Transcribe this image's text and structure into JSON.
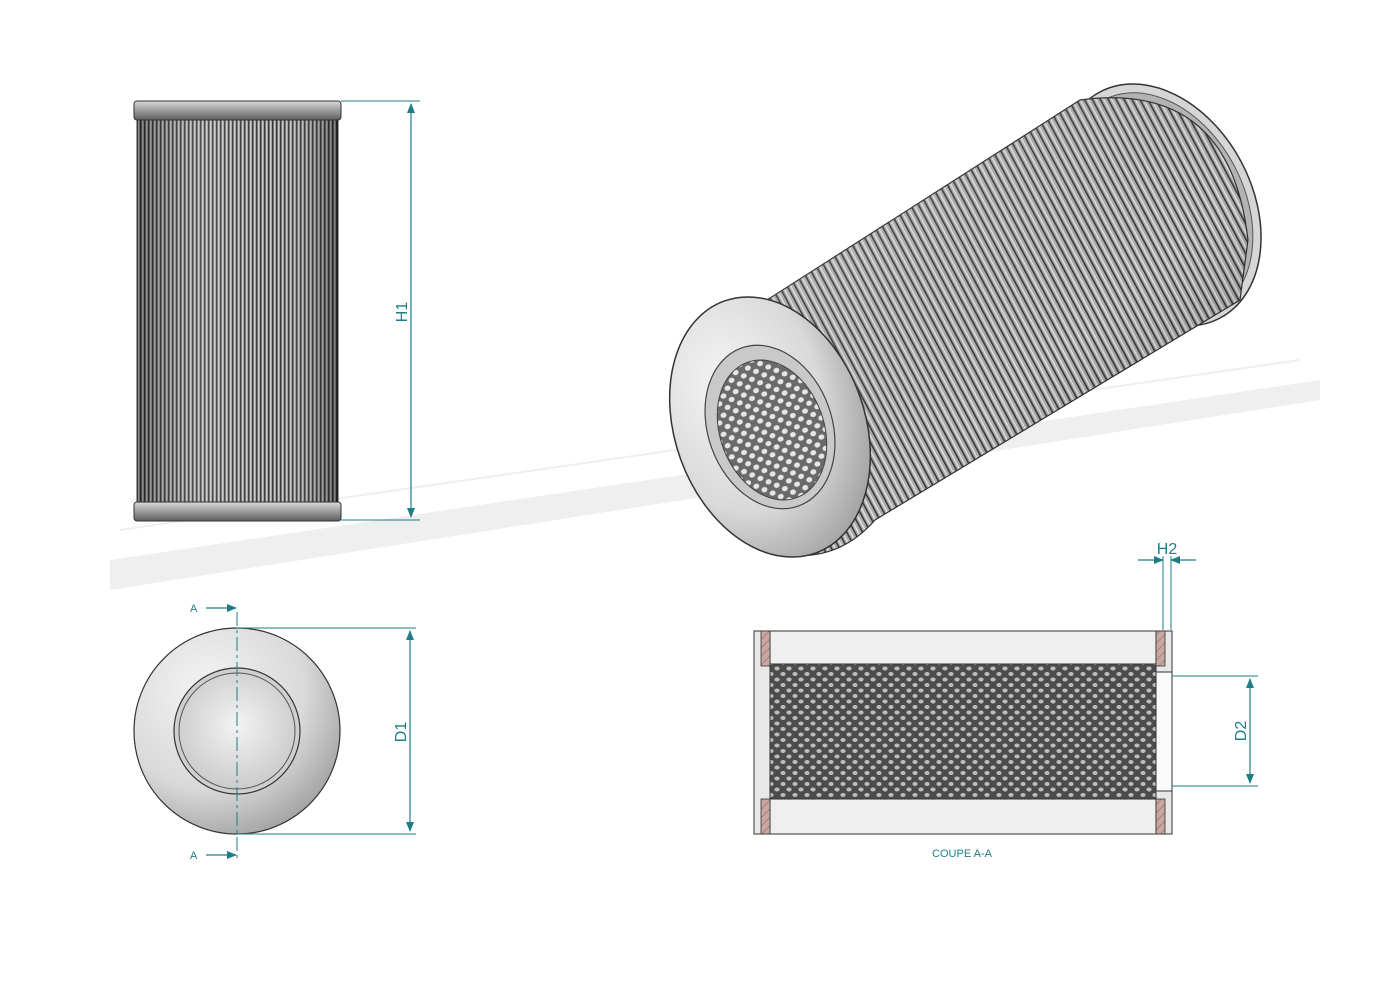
{
  "labels": {
    "h1": "H1",
    "h2": "H2",
    "d1": "D1",
    "d2": "D2",
    "section_mark_top": "A",
    "section_mark_bottom": "A",
    "section_caption": "COUPE A-A"
  },
  "colors": {
    "dimension": "#1f7d86",
    "outline": "#3a3a3a",
    "metal_light": "#e6e6e6",
    "metal_mid": "#a9a9a9",
    "metal_dark": "#4a4a4a",
    "hatch": "#b08c83"
  }
}
